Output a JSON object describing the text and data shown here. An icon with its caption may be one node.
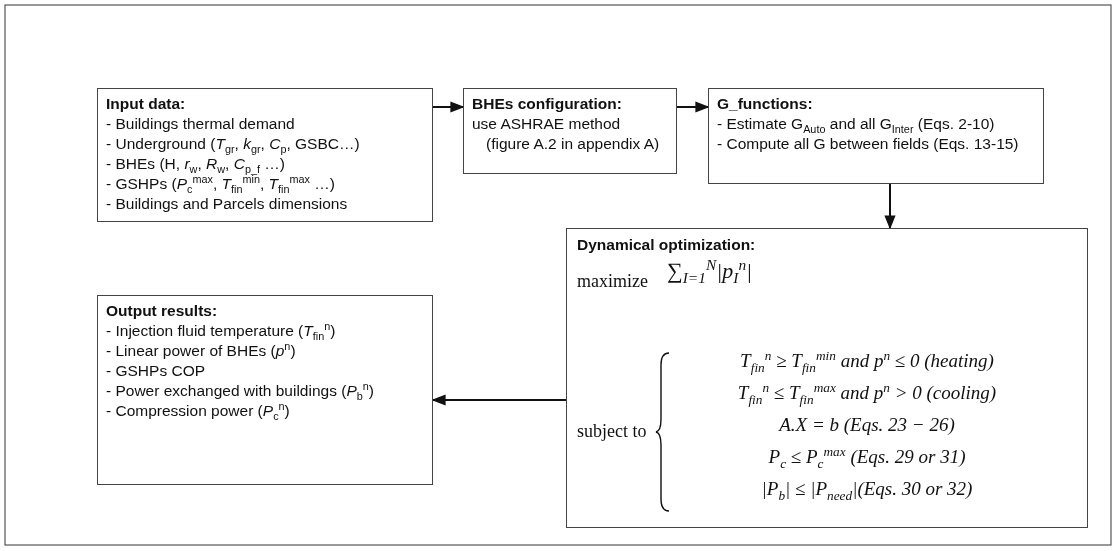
{
  "diagram": {
    "nodes": [
      {
        "text": [
          "Input data:",
          "- Buildings thermal demand",
          "- Underground (*T*$_{gr}$, *k*$_{gr}$, *C*$_{p}$, GSBC…)",
          "- BHEs (H, *r*$_{w}$, *R*$_{w}$, *C*$_{p_f}$ …)",
          "- GSHPs (*P*$_{c}$$^{max}$, *T*$_{fin}$$^{min}$, *T*$_{fin}$$^{max}$ …)",
          "- Buildings and Parcels dimensions"
        ]
      },
      {
        "text": [
          "BHEs configuration:",
          "use ASHRAE method (figure A.2 in appendix A)"
        ]
      },
      {
        "text": [
          "G_functions:",
          "- Estimate G$_{Auto}$ and all G$_{Inter}$ (Eqs. 2-10)",
          "- Compute all G between fields (Eqs. 13-15)"
        ]
      },
      {
        "text": [
          "Dynamical optimization:",
          "maximize",
          "∑$_{I=1}$$^{N}$|p$_{I}$$^{n}$|",
          "subject to",
          "T$_{fin}$$^{n}$ ≥ T$_{fin}$$^{min}$ and p$^{n}$ ≤ 0 (heating)",
          "T$_{fin}$$^{n}$ ≤ T$_{fin}$$^{max}$ and p$^{n}$ > 0 (cooling)",
          "A.X = b (Eqs. 23 − 26)",
          "P$_{c}$ ≤ P$_{c}$$^{max}$ (Eqs. 29 or 31)",
          "|P$_{b}$| ≤ |P$_{need}$|(Eqs. 30 or 32)"
        ]
      },
      {
        "text": [
          "Output results:",
          "- Injection fluid temperature (*T*$_{fin}$$^{n}$)",
          "- Linear power of BHEs (*p*$^{n}$)",
          "- GSHPs COP",
          "- Power exchanged with buildings (*P*$_{b}$$^{n}$)",
          "- Compression power (*P*$_{c}$$^{n}$)"
        ]
      }
    ],
    "edges": [
      {
        "from": 0,
        "to": 1,
        "arrow": "to"
      },
      {
        "from": 1,
        "to": 2,
        "arrow": "to"
      },
      {
        "from": 2,
        "to": 3,
        "arrow": "to"
      },
      {
        "from": 3,
        "to": 4,
        "arrow": "to"
      }
    ]
  }
}
